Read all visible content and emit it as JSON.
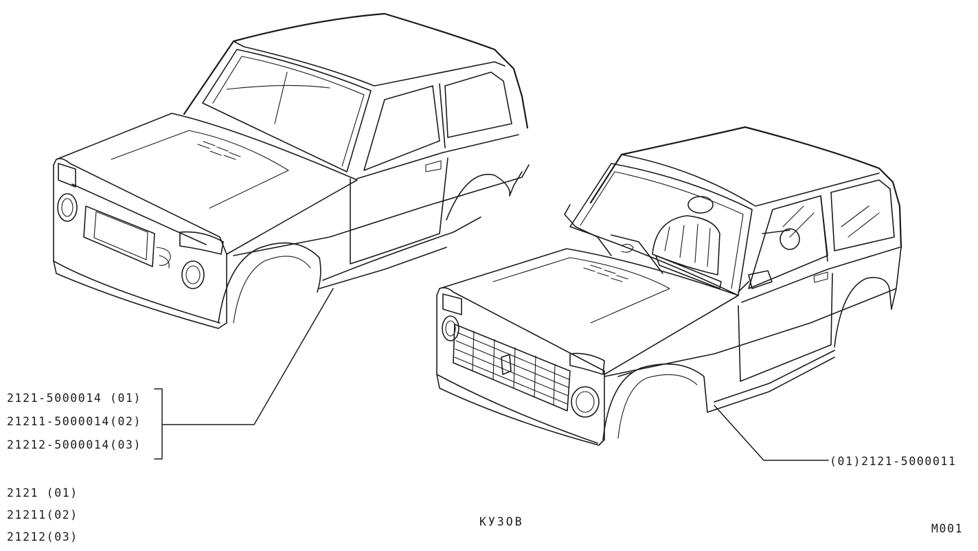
{
  "callouts": {
    "left_body_parts": [
      "2121-5000014 (01)",
      "21211-5000014(02)",
      "21212-5000014(03)"
    ],
    "right_body_part": "(01)2121-5000011"
  },
  "models": [
    "2121 (01)",
    "21211(02)",
    "21212(03)"
  ],
  "caption": "КУЗОВ",
  "drawing_code": "M001"
}
